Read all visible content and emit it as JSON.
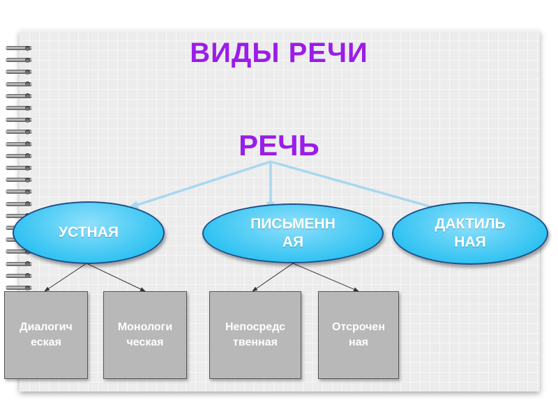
{
  "title": "ВИДЫ РЕЧИ",
  "root": {
    "label": "РЕЧЬ"
  },
  "categories": [
    {
      "label": "УСТНАЯ"
    },
    {
      "label": "ПИСЬМЕНН\nАЯ"
    },
    {
      "label": "ДАКТИЛЬ\nНАЯ"
    }
  ],
  "subtypes": [
    {
      "label": "Диалогич\nеская",
      "parent": "УСТНАЯ"
    },
    {
      "label": "Монологи\nческая",
      "parent": "УСТНАЯ"
    },
    {
      "label": "Непосредс\nтвенная",
      "parent": "ПИСЬМЕНН\nАЯ"
    },
    {
      "label": "Отсрочен\nная",
      "parent": "ПИСЬМЕНН\nАЯ"
    }
  ],
  "colors": {
    "title": "#9a1de8",
    "oval_fill": "#33c3f2",
    "oval_border": "#1e4f8a",
    "box_fill": "#b8b8b8",
    "arrow_main": "#a8d8f0",
    "arrow_sub": "#333333"
  }
}
